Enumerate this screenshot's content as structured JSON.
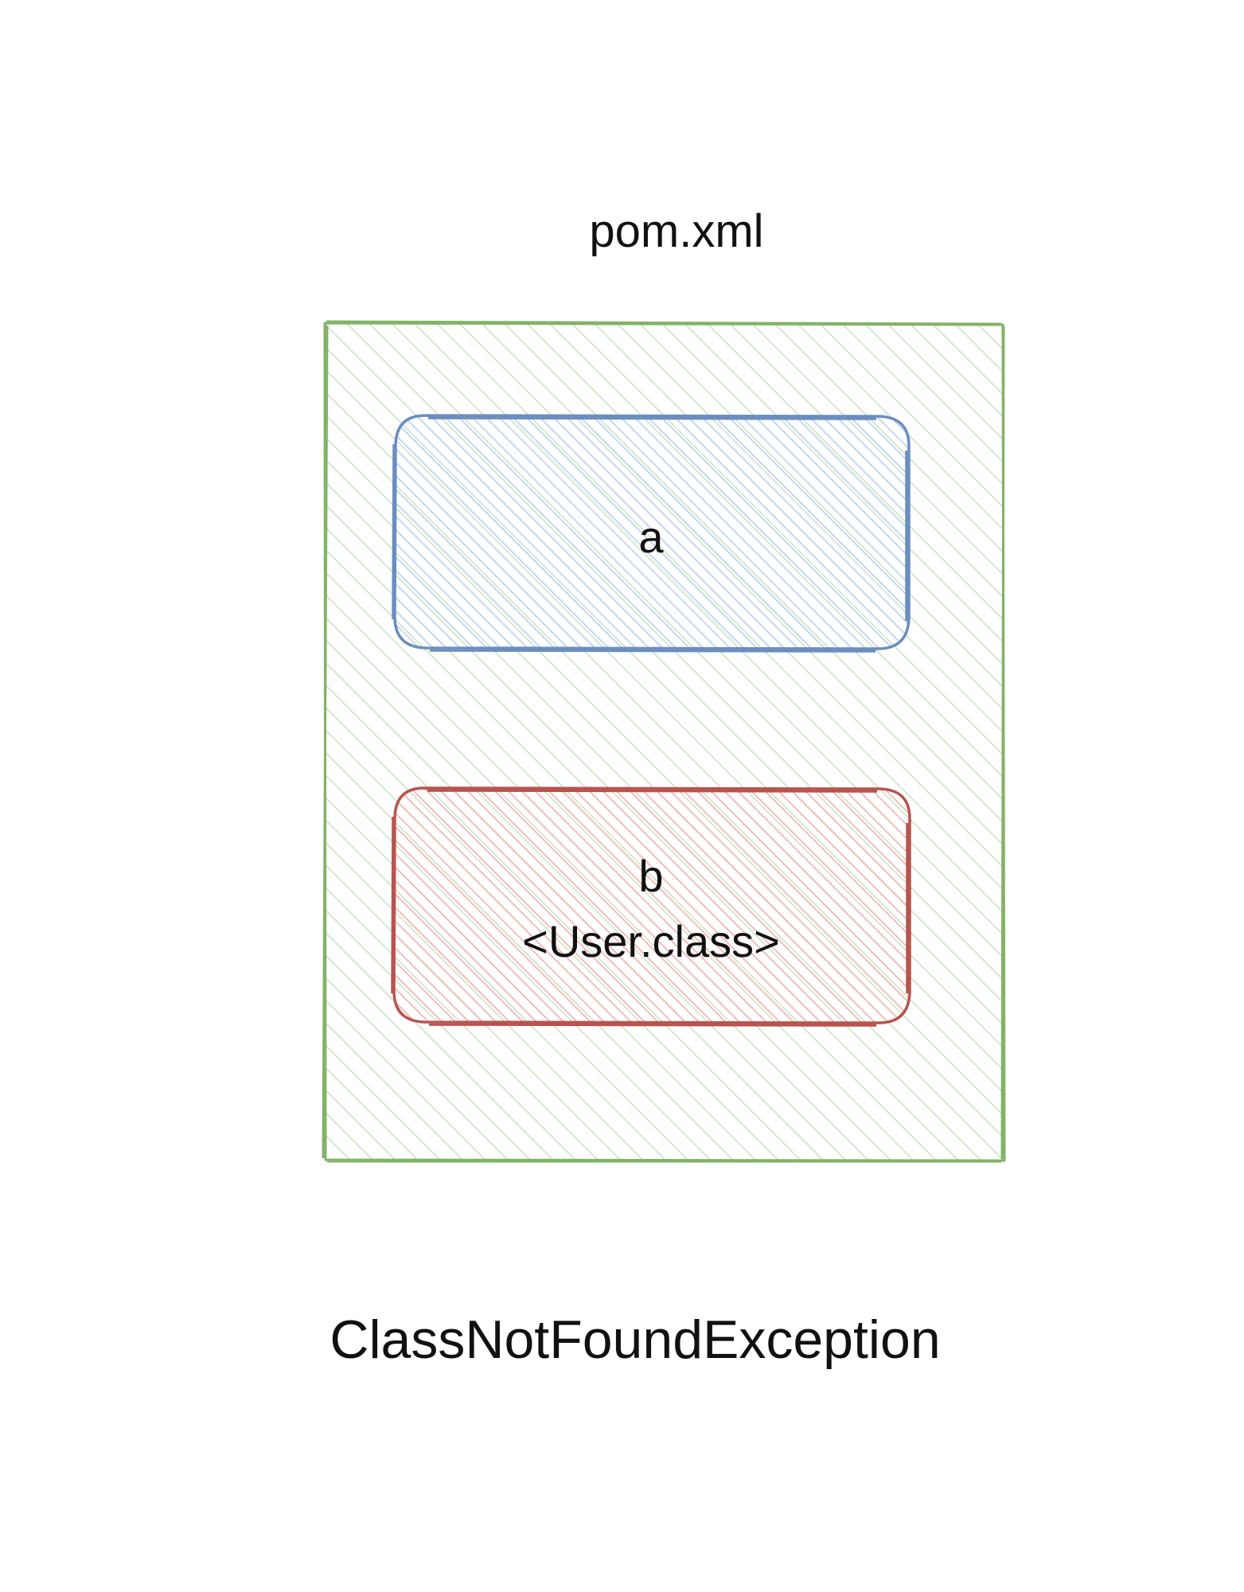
{
  "title": "pom.xml",
  "container": {
    "stroke_color": "#82b366",
    "hatch_color": "#c9e2bf"
  },
  "module_a": {
    "label": "a",
    "stroke_color": "#6c8ebf",
    "hatch_color": "#bcd3ee"
  },
  "module_b": {
    "label_line1": "b",
    "label_line2": "<User.class>",
    "stroke_color": "#b85450",
    "hatch_color": "#f1b5b3"
  },
  "caption": "ClassNotFoundException"
}
